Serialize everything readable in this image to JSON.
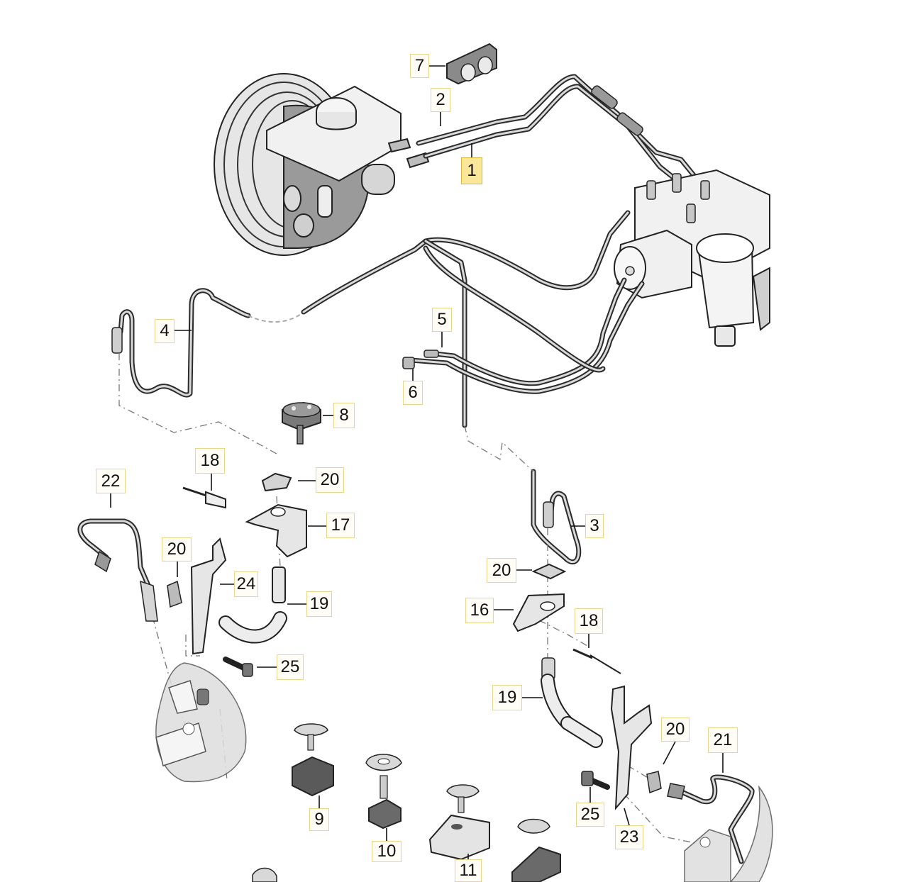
{
  "callouts": {
    "c1": "1",
    "c2": "2",
    "c3": "3",
    "c4": "4",
    "c5": "5",
    "c6": "6",
    "c7": "7",
    "c8": "8",
    "c9": "9",
    "c10": "10",
    "c11": "11",
    "c16": "16",
    "c17": "17",
    "c18a": "18",
    "c18b": "18",
    "c19a": "19",
    "c19b": "19",
    "c20a": "20",
    "c20b": "20",
    "c20c": "20",
    "c20d": "20",
    "c21": "21",
    "c22": "22",
    "c23": "23",
    "c24": "24",
    "c25a": "25",
    "c25b": "25"
  },
  "highlighted_callout": "1",
  "colors": {
    "callout_border": "#e8d58a",
    "callout_highlight": "#fbe79a",
    "line": "#2a2a2a",
    "part_fill": "#e6e6e6"
  }
}
